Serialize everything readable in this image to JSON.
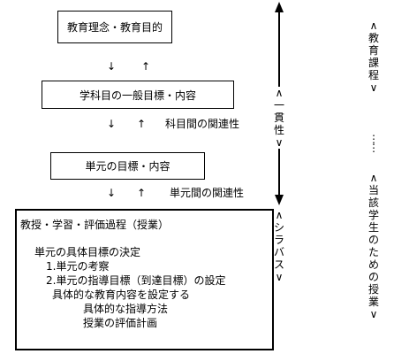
{
  "boxes": {
    "philosophy": "教育理念・教育目的",
    "general_goals": "学科目の一般目標・内容",
    "unit_goals": "単元の目標・内容"
  },
  "relations": {
    "between_subjects": "科目間の関連性",
    "between_units": "単元間の関連性"
  },
  "arrows": {
    "down": "↓",
    "up": "↑"
  },
  "process": {
    "title": "教授・学習・評価過程（授業）",
    "lines": [
      "単元の具体目標の決定",
      "1.単元の考察",
      "2.単元の指導目標（到達目標）の設定",
      "具体的な教育内容を設定する",
      "具体的な指導方法",
      "授業の評価計画"
    ]
  },
  "side_labels": {
    "consistency": "＜一貫性＞",
    "syllabus": "＜シラバス＞",
    "curriculum": "＜教育課程＞",
    "students": "＜当該学生のための授業＞",
    "dots": "……"
  }
}
